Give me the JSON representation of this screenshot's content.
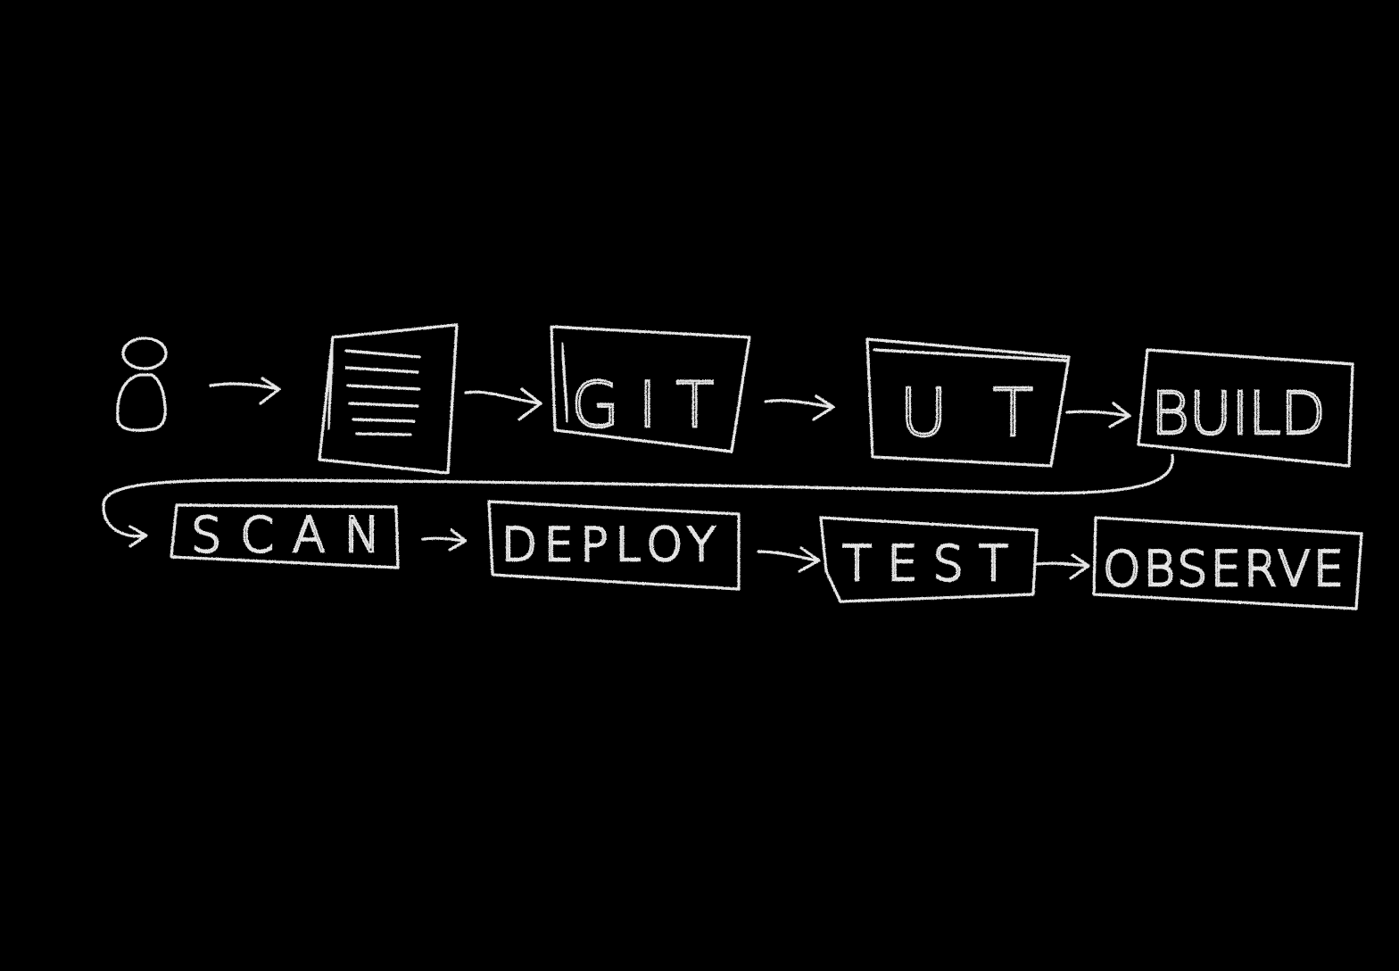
{
  "colors": {
    "background": "#000000",
    "chalk": "#e6e6e6"
  },
  "icons": {
    "start": "person-icon",
    "second": "document-icon"
  },
  "steps_row1": [
    "GIT",
    "UT",
    "BUILD"
  ],
  "steps_row2": [
    "SCAN",
    "DEPLOY",
    "TEST",
    "OBSERVE"
  ]
}
